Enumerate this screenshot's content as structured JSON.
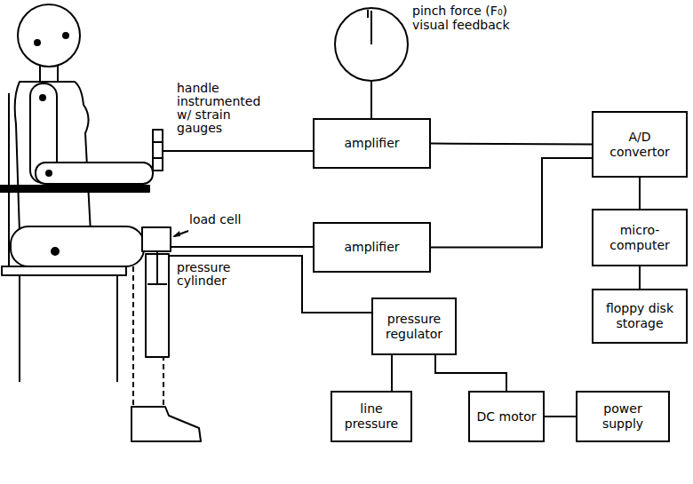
{
  "diagram": {
    "nodes": [
      {
        "text": [
          "pinch force (F₀) visual feedback"
        ]
      },
      {
        "text": [
          "amplifier"
        ]
      },
      {
        "text": [
          "A/D convertor"
        ]
      },
      {
        "text": [
          "amplifier"
        ]
      },
      {
        "text": [
          "micro-computer"
        ]
      },
      {
        "text": [
          "floppy disk storage"
        ]
      },
      {
        "text": [
          "pressure regulator"
        ]
      },
      {
        "text": [
          "line pressure"
        ]
      },
      {
        "text": [
          "DC motor"
        ]
      },
      {
        "text": [
          "power supply"
        ]
      }
    ],
    "edges": [
      {
        "from": 0,
        "to": 1,
        "arrow": "none"
      },
      {
        "from": 1,
        "to": 2,
        "arrow": "none"
      },
      {
        "from": 3,
        "to": 2,
        "arrow": "none"
      },
      {
        "from": 2,
        "to": 4,
        "arrow": "none"
      },
      {
        "from": 4,
        "to": 5,
        "arrow": "none"
      },
      {
        "from": 6,
        "to": 7,
        "arrow": "none"
      },
      {
        "from": 6,
        "to": 8,
        "arrow": "none"
      },
      {
        "from": 8,
        "to": 9,
        "arrow": "none"
      }
    ],
    "labels": [
      "handle instrumented w/ strain gauges",
      "load cell",
      "pressure cylinder"
    ]
  }
}
